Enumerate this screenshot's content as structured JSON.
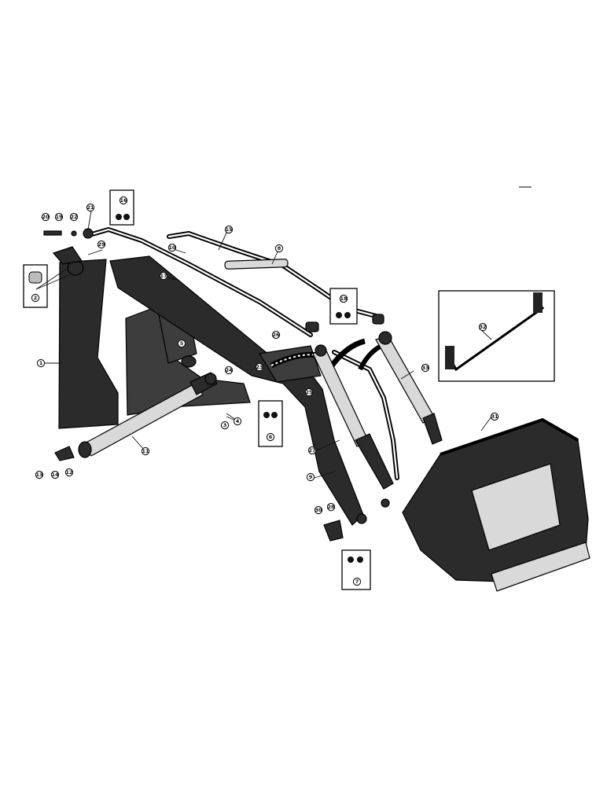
{
  "callouts": [
    {
      "label": "1"
    },
    {
      "label": "2"
    },
    {
      "label": "3"
    },
    {
      "label": "4"
    },
    {
      "label": "5"
    },
    {
      "label": "6"
    },
    {
      "label": "7"
    },
    {
      "label": "8"
    },
    {
      "label": "9"
    },
    {
      "label": "10"
    },
    {
      "label": "11"
    },
    {
      "label": "12"
    },
    {
      "label": "13"
    },
    {
      "label": "14"
    },
    {
      "label": "15"
    },
    {
      "label": "16"
    },
    {
      "label": "17"
    },
    {
      "label": "18"
    },
    {
      "label": "19"
    },
    {
      "label": "20"
    },
    {
      "label": "21"
    },
    {
      "label": "22"
    },
    {
      "label": "23"
    },
    {
      "label": "24"
    },
    {
      "label": "25"
    },
    {
      "label": "26"
    },
    {
      "label": "27"
    },
    {
      "label": "28"
    },
    {
      "label": "29"
    },
    {
      "label": "30"
    },
    {
      "label": "31"
    },
    {
      "label": "32"
    },
    {
      "label": "33"
    }
  ],
  "colors": {
    "ink": "#111111",
    "part_dark": "#2b2b2b",
    "paper": "#ffffff"
  }
}
